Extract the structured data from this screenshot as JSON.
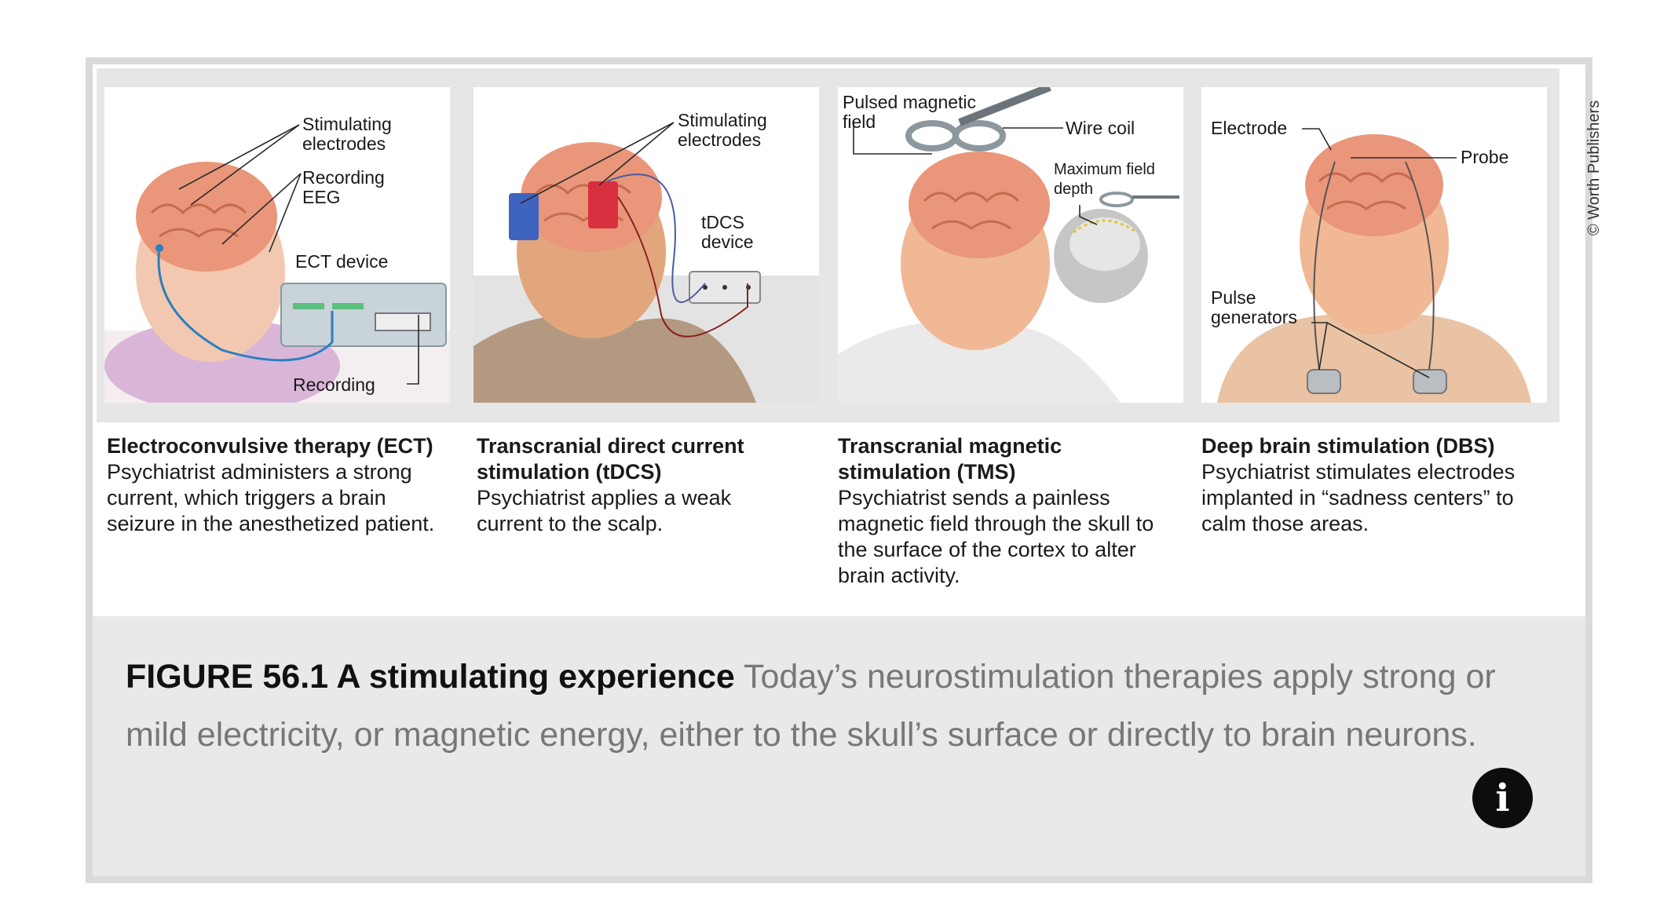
{
  "credit": "© Worth Publishers",
  "panels": [
    {
      "labels": {
        "stim": [
          "Stimulating",
          "electrodes"
        ],
        "rec_eeg": [
          "Recording",
          "EEG"
        ],
        "device": "ECT device",
        "recording": "Recording"
      },
      "title": "Electroconvulsive therapy (ECT)",
      "text": "Psychiatrist administers a strong current, which triggers a brain seizure in the anesthetized patient."
    },
    {
      "labels": {
        "stim": [
          "Stimulating",
          "electrodes"
        ],
        "device": [
          "tDCS",
          "device"
        ]
      },
      "title": "Transcranial direct current stimulation (tDCS)",
      "text": "Psychiatrist applies a weak current to the scalp."
    },
    {
      "labels": {
        "pulsed": [
          "Pulsed magnetic",
          "field"
        ],
        "coil": "Wire coil",
        "depth": [
          "Maximum field",
          "depth"
        ]
      },
      "title": "Transcranial magnetic stimulation (TMS)",
      "text": "Psychiatrist sends a painless magnetic field through the skull to the surface of the cortex to alter brain activity."
    },
    {
      "labels": {
        "electrode": "Electrode",
        "probe": "Probe",
        "pulse": [
          "Pulse",
          "generators"
        ]
      },
      "title": "Deep brain stimulation (DBS)",
      "text": "Psychiatrist stimulates electrodes implanted in “sadness centers” to calm those areas."
    }
  ],
  "figure_caption": {
    "label": "FIGURE 56.1 A stimulating experience",
    "text": " Today’s neurostimulation therapies apply strong or mild electricity, or magnetic energy, either to the skull’s surface or directly to brain neurons."
  },
  "info_button": {
    "glyph": "i",
    "icon": "info-icon"
  }
}
